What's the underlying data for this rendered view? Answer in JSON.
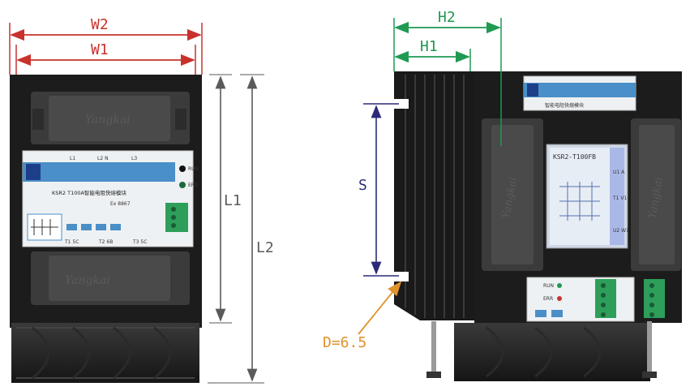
{
  "left_view": {
    "dim_outer_width": "W2",
    "dim_inner_width": "W1",
    "dim_inner_height": "L1",
    "dim_outer_height": "L2",
    "panel_brand": "Yangkai",
    "panel_title": "KSR2  T100A智能电阻快熔模块",
    "panel_sub": "Ex 8867",
    "panel_terms": [
      "L1",
      "L2 N",
      "L3"
    ],
    "panel_bottom_terms": [
      "T1 5C",
      "T2 6B",
      "T3 5C"
    ],
    "led_labels": [
      "RUN",
      "ERR"
    ]
  },
  "right_view": {
    "dim_outer_width": "H2",
    "dim_inner_width": "H1",
    "dim_spacing": "S",
    "dim_hole": "D=6.5",
    "top_label": "智能电阻快熔模块",
    "lcd_title": "KSR2-T100FB",
    "brand": "Yangkai",
    "lcd_lines": [
      "U1 A",
      "T1 V1",
      "U2 W1"
    ],
    "led_labels": [
      "RUN",
      "ERR"
    ]
  },
  "colors": {
    "dim_red": "#c8322d",
    "dim_green": "#1e9a52",
    "dim_dark": "#5a5a5a",
    "dim_orange": "#e0922d",
    "dim_navy": "#2b2a78",
    "device_black": "#1c1c1c"
  }
}
